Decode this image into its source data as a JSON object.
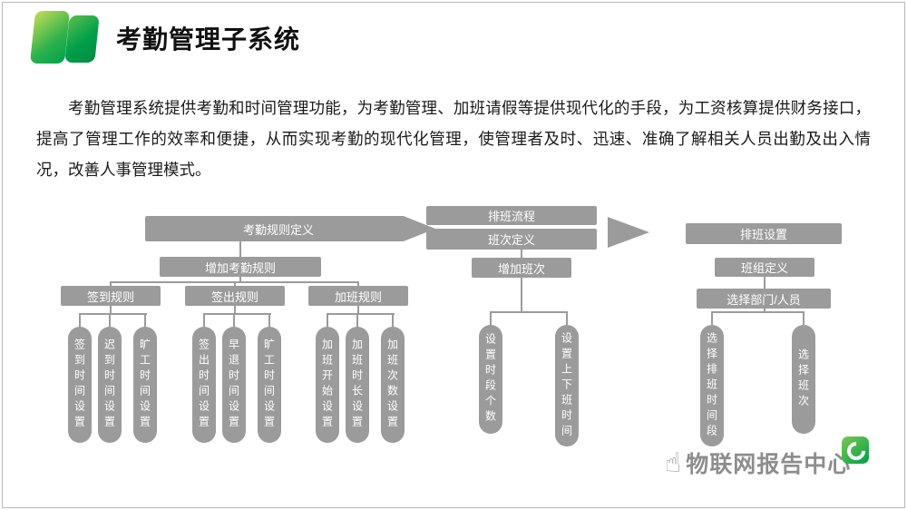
{
  "slide": {
    "title": "考勤管理子系统",
    "paragraph": "考勤管理系统提供考勤和时间管理功能，为考勤管理、加班请假等提供现代化的手段，为工资核算提供财务接口，提高了管理工作的效率和便捷，从而实现考勤的现代化管理，使管理者及时、迅速、准确了解相关人员出勤及出入情况，改善人事管理模式。"
  },
  "colors": {
    "box_gray": "#9b9b9b",
    "logo_green_light": "#c6dd55",
    "logo_green_dark": "#00a04a"
  },
  "diagram": {
    "left": {
      "root": "考勤规则定义",
      "level2": "增加考勤规则",
      "groups": [
        {
          "label": "签到规则",
          "items": [
            "签到时间设置",
            "迟到时间设置",
            "旷工时间设置"
          ]
        },
        {
          "label": "签出规则",
          "items": [
            "签出时间设置",
            "早退时间设置",
            "旷工时间设置"
          ]
        },
        {
          "label": "加班规则",
          "items": [
            "加班开始设置",
            "加班时长设置",
            "加班次数设置"
          ]
        }
      ]
    },
    "middle": {
      "root": "排班流程",
      "level2": "班次定义",
      "level3": "增加班次",
      "items": [
        "设置时段个数",
        "设置上下班时间"
      ]
    },
    "right": {
      "root": "排班设置",
      "level2": "班组定义",
      "level3": "选择部门/人员",
      "items": [
        "选择排班时间段",
        "选择班次"
      ]
    }
  },
  "watermark": {
    "text": "物联网报告中心",
    "hand_icon": "☝"
  }
}
